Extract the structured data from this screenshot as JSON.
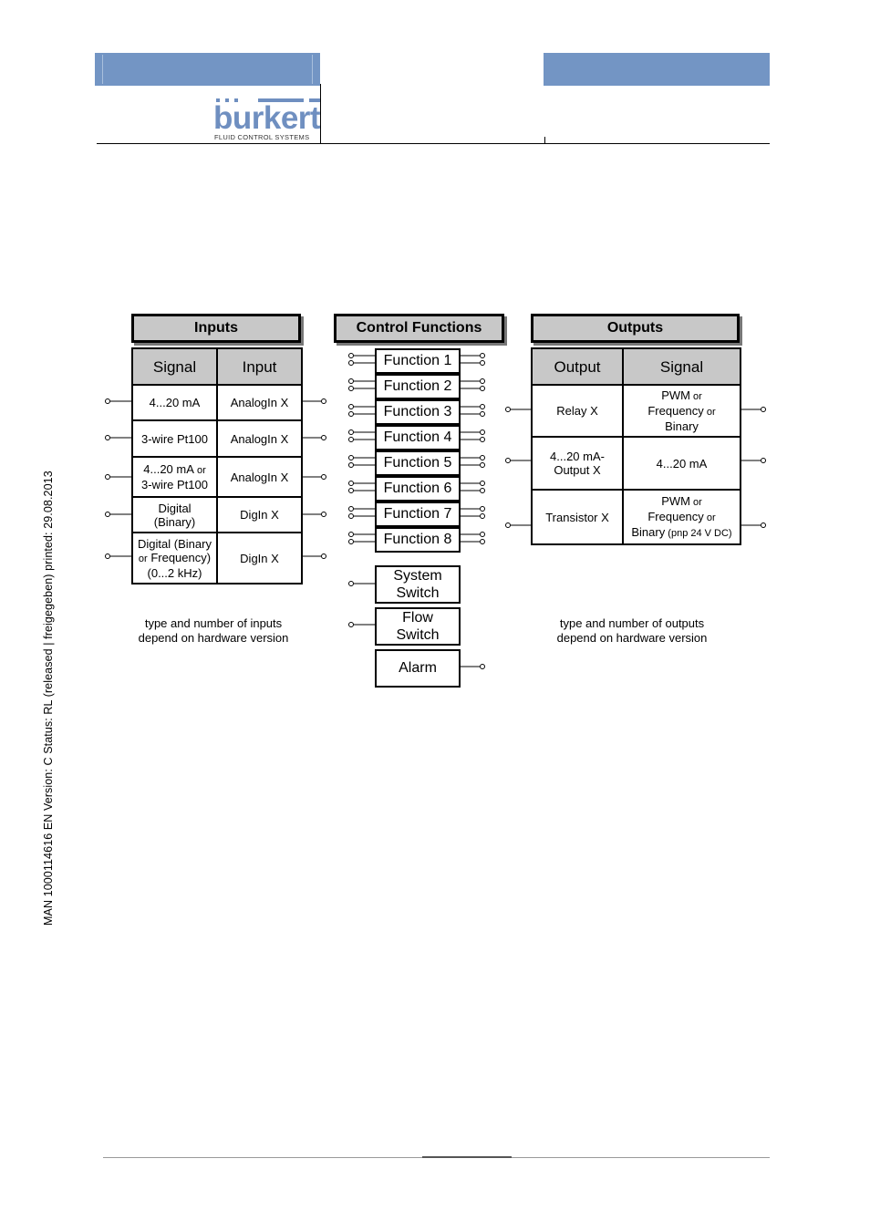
{
  "brand": {
    "name": "burkert",
    "tagline": "FLUID CONTROL SYSTEMS"
  },
  "side_text": "MAN  1000114616  EN  Version: C  Status: RL (released | freigegeben)  printed: 29.08.2013",
  "colors": {
    "header_bar": "#7395c4",
    "logo": "#6f8fc0",
    "table_header_fill": "#c8c8c8"
  },
  "inputs": {
    "title": "Inputs",
    "col_signal": "Signal",
    "col_input": "Input",
    "rows": [
      {
        "signal": "4...20 mA",
        "input": "AnalogIn X"
      },
      {
        "signal": "3-wire Pt100",
        "input": "AnalogIn X"
      },
      {
        "signal_l1": "4...20 mA",
        "signal_l1_small": " or",
        "signal_l2": "3-wire Pt100",
        "input": "AnalogIn X"
      },
      {
        "signal_l1": "Digital",
        "signal_l2": "(Binary)",
        "input": "DigIn X"
      },
      {
        "signal_l1": "Digital (Binary",
        "signal_l2_small": "or",
        "signal_l2": " Frequency)",
        "signal_l3": "(0...2 kHz)",
        "input": "DigIn X"
      }
    ],
    "note_l1": "type and number of inputs",
    "note_l2": "depend on hardware version"
  },
  "control": {
    "title": "Control Functions",
    "functions": [
      "Function 1",
      "Function 2",
      "Function 3",
      "Function 4",
      "Function 5",
      "Function 6",
      "Function 7",
      "Function 8"
    ],
    "system_switch_l1": "System",
    "system_switch_l2": "Switch",
    "flow_switch_l1": "Flow",
    "flow_switch_l2": "Switch",
    "alarm": "Alarm"
  },
  "outputs": {
    "title": "Outputs",
    "col_output": "Output",
    "col_signal": "Signal",
    "rows": [
      {
        "output": "Relay X",
        "signal_l1": "PWM",
        "signal_l1_small": " or",
        "signal_l2": "Frequency",
        "signal_l2_small": " or",
        "signal_l3": "Binary"
      },
      {
        "output_l1": "4...20 mA-",
        "output_l2": "Output X",
        "signal": "4...20 mA"
      },
      {
        "output": "Transistor X",
        "signal_l1": "PWM",
        "signal_l1_small": " or",
        "signal_l2": "Frequency",
        "signal_l2_small": " or",
        "signal_l3": "Binary",
        "signal_l3_small": " (pnp 24 V DC)"
      }
    ],
    "note_l1": "type and number of outputs",
    "note_l2": "depend on hardware version"
  }
}
